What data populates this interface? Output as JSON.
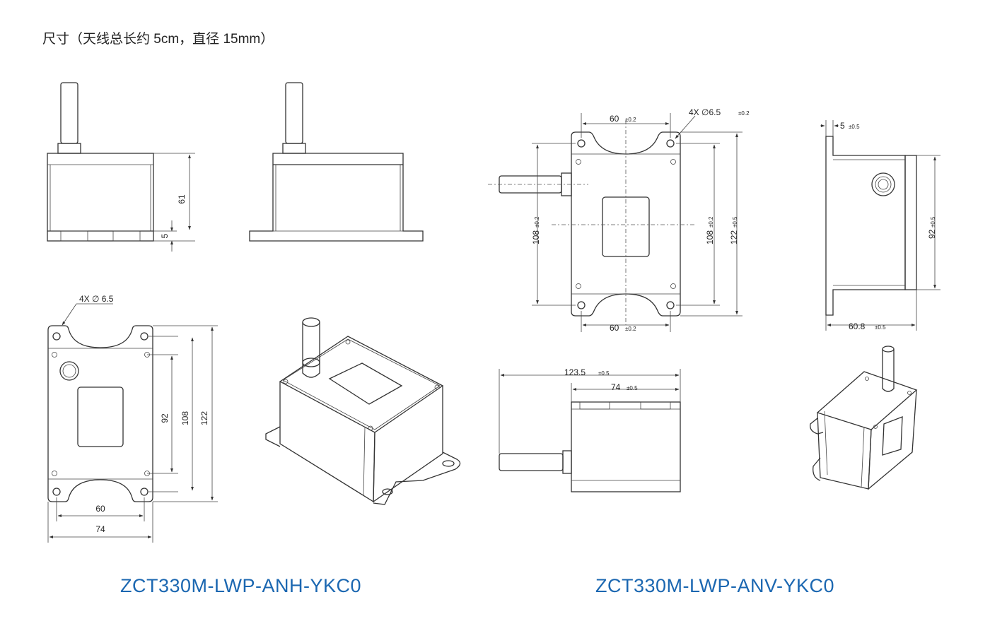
{
  "heading": "尺寸（天线总长约 5cm，直径 15mm）",
  "models": [
    "ZCT330M-LWP-ANH-YKC0",
    "ZCT330M-LWP-ANV-YKC0"
  ],
  "colors": {
    "model_text": "#1b67b1",
    "line": "#333333"
  },
  "left_drawing": {
    "side_height": "61",
    "base_height": "5",
    "hole_callout": "4X ∅ 6.5",
    "hole_spacing_h": "92",
    "hole_spacing_outer": "108",
    "overall_height": "122",
    "hole_spacing_w": "60",
    "overall_width": "74"
  },
  "right_drawing": {
    "top_spacing": "60",
    "top_spacing_tol": "±0.2",
    "hole_callout": "4X ∅6.5",
    "hole_callout_tol": "±0.2",
    "left_height": "108",
    "left_height_tol": "±0.2",
    "inner_height": "108",
    "inner_height_tol": "±0.2",
    "overall_height": "122",
    "overall_height_tol": "±0.5",
    "bottom_spacing": "60",
    "bottom_spacing_tol": "±0.2",
    "side_flange": "5",
    "side_flange_tol": "±0.5",
    "side_height": "92",
    "side_height_tol": "±0.5",
    "side_width": "60.8",
    "side_width_tol": "±0.5",
    "front_overall": "123.5",
    "front_overall_tol": "±0.5",
    "front_body": "74",
    "front_body_tol": "±0.5"
  }
}
